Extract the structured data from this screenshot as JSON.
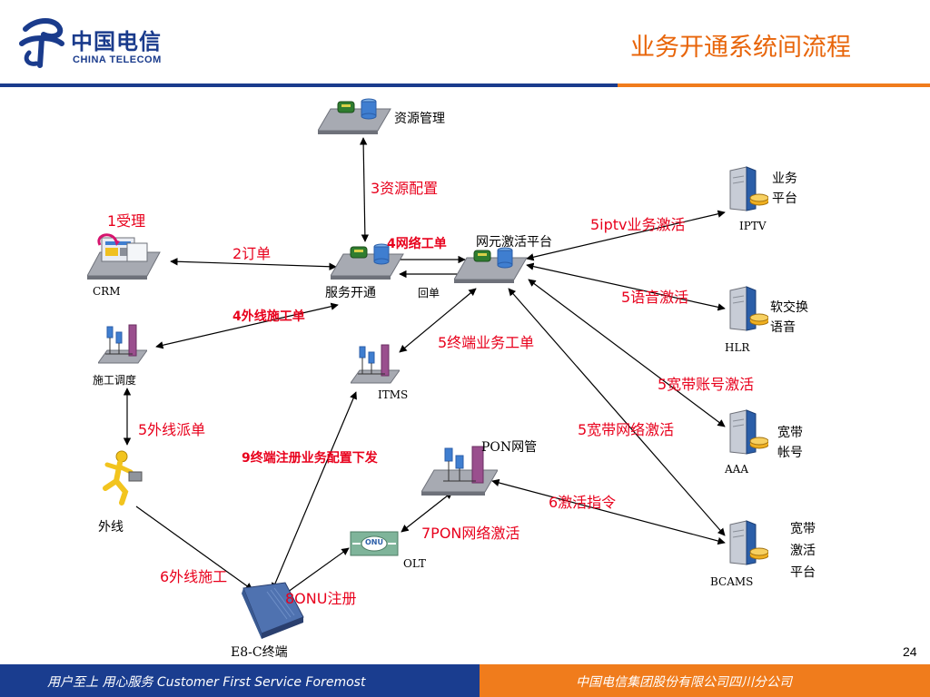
{
  "header": {
    "logo_cn": "中国电信",
    "logo_en": "CHINA TELECOM",
    "title": "业务开通系统间流程"
  },
  "nodes": {
    "resource": "资源管理",
    "crm": "CRM",
    "service": "服务开通",
    "activation": "网元激活平台",
    "dispatch": "施工调度",
    "itms": "ITMS",
    "pon": "PON网管",
    "olt": "OLT",
    "olt_icon": "ONU",
    "outside": "外线",
    "e8c": "E8-C终端",
    "iptv": "IPTV",
    "iptv_desc": [
      "业务",
      "平台"
    ],
    "hlr": "HLR",
    "hlr_desc": [
      "软交换",
      "语音"
    ],
    "aaa": "AAA",
    "aaa_desc": [
      "宽带",
      "帐号"
    ],
    "bcams": "BCAMS",
    "bcams_desc": [
      "宽带",
      "激活",
      "平台"
    ]
  },
  "edges": {
    "accept": "1受理",
    "order": "2订单",
    "resource_config": "3资源配置",
    "network_order": "4网络工单",
    "return": "回单",
    "outside_order": "4外线施工单",
    "iptv_act": "5iptv业务激活",
    "voice_act": "5语音激活",
    "terminal_order": "5终端业务工单",
    "account_act": "5宽带账号激活",
    "network_act": "5宽带网络激活",
    "outside_dispatch": "5外线派单",
    "terminal_config": "9终端注册业务配置下发",
    "activate_cmd": "6激活指令",
    "pon_act": "7PON网络激活",
    "outside_work": "6外线施工",
    "onu_reg": "8ONU注册"
  },
  "footer": {
    "slogan": "用户至上   用心服务  Customer First Service Foremost",
    "company": "中国电信集团股份有限公司四川分公司",
    "page": "24"
  },
  "colors": {
    "brand_blue": "#1a3b8c",
    "accent_orange": "#e8650a",
    "label_red": "#e8001c",
    "footer_blue": "#1a3d8f",
    "footer_orange": "#f07c1c"
  }
}
